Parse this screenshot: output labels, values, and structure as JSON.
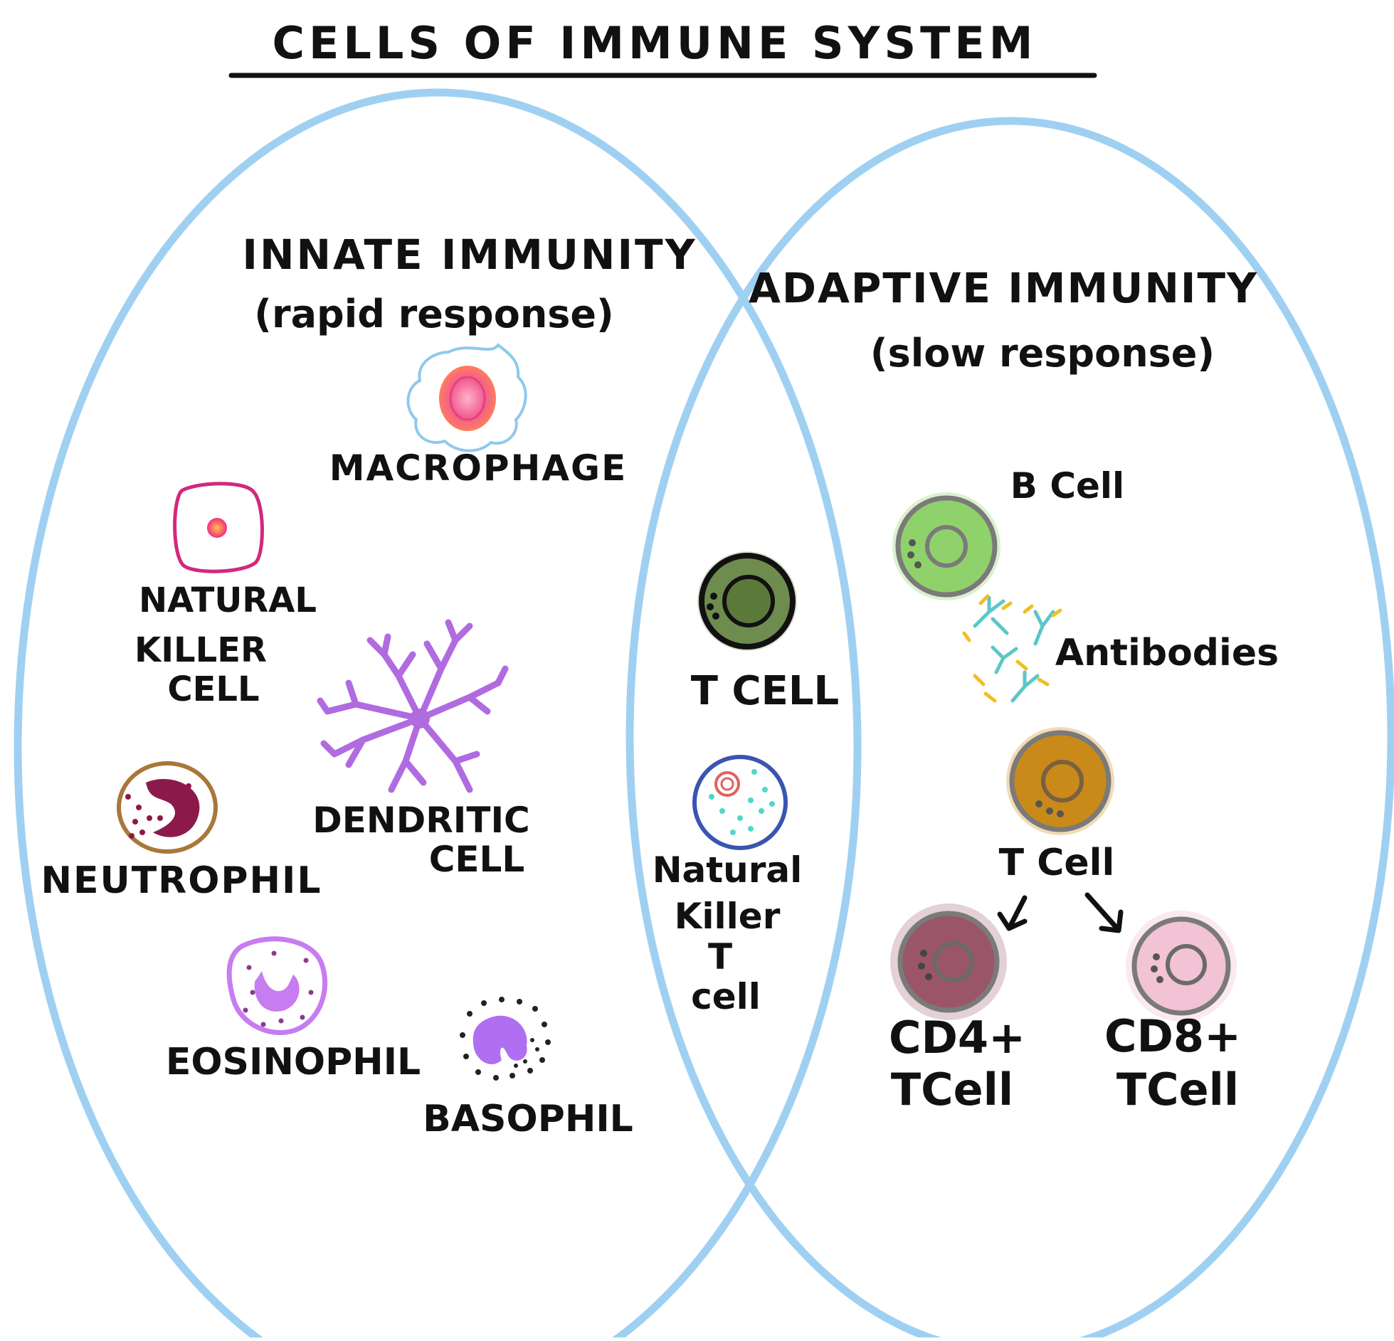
{
  "title": "CELLS OF IMMUNE SYSTEM",
  "innate": {
    "heading": "INNATE IMMUNITY",
    "subheading": "(rapid response)",
    "macrophage": "MACROPHAGE",
    "nk_cell": [
      "NATURAL",
      "KILLER",
      "CELL"
    ],
    "dendritic": [
      "DENDRITIC",
      "CELL"
    ],
    "neutrophil": "NEUTROPHIL",
    "eosinophil": "EOSINOPHIL",
    "basophil": "BASOPHIL"
  },
  "overlap": {
    "t_cell": "T CELL",
    "nkt_cell": [
      "Natural",
      "Killer",
      "T",
      "cell"
    ]
  },
  "adaptive": {
    "heading": "ADAPTIVE IMMUNITY",
    "subheading": "(slow response)",
    "b_cell": "B Cell",
    "antibodies": "Antibodies",
    "t_cell": "T Cell",
    "cd4": [
      "CD4+",
      "TCell"
    ],
    "cd8": [
      "CD8+",
      "TCell"
    ]
  },
  "colors": {
    "circle_outline": "#9fd0f2",
    "macrophage": "#f25c92",
    "nk_outline": "#d4287a",
    "dendritic": "#b06be0",
    "neutrophil": "#8b1a4a",
    "eosinophil": "#c77cf0",
    "basophil": "#b06ef0",
    "t_cell_overlap": "#6e8c4e",
    "nkt_outline": "#3a55b0",
    "b_cell": "#8fd16a",
    "t_cell_adaptive": "#c98a1a",
    "cd4": "#9a5668",
    "cd8": "#f2c3d4",
    "antibody_blue": "#5cc6c8",
    "antibody_yellow": "#f0c020"
  }
}
